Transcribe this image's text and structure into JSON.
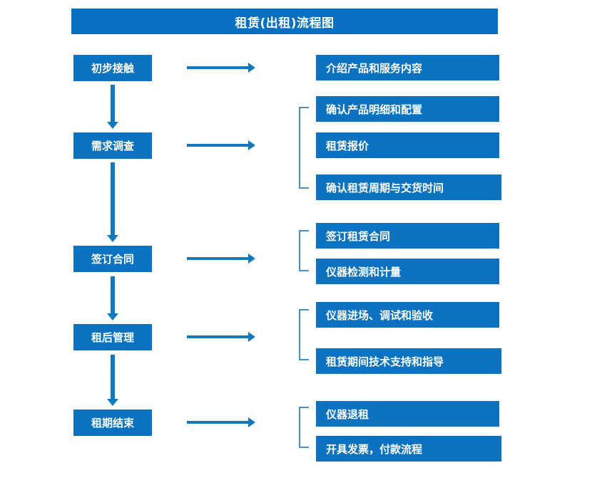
{
  "title": "租赁(出租)流程图",
  "colors": {
    "banner": "#0770c0",
    "box": "#0a72c0",
    "arrow": "#1379bf",
    "bracket": "#4a8fc4",
    "text": "#ffffff",
    "background": "#ffffff"
  },
  "stages": [
    {
      "id": "stage-1",
      "label": "初步接触"
    },
    {
      "id": "stage-2",
      "label": "需求调查"
    },
    {
      "id": "stage-3",
      "label": "签订合同"
    },
    {
      "id": "stage-4",
      "label": "租后管理"
    },
    {
      "id": "stage-5",
      "label": "租期结束"
    }
  ],
  "details": [
    {
      "id": "detail-1",
      "label": "介绍产品和服务内容"
    },
    {
      "id": "detail-2",
      "label": "确认产品明细和配置"
    },
    {
      "id": "detail-3",
      "label": "租赁报价"
    },
    {
      "id": "detail-4",
      "label": "确认租赁周期与交货时间"
    },
    {
      "id": "detail-5",
      "label": "签订租赁合同"
    },
    {
      "id": "detail-6",
      "label": "仪器检测和计量"
    },
    {
      "id": "detail-7",
      "label": "仪器进场、调试和验收"
    },
    {
      "id": "detail-8",
      "label": "租赁期间技术支持和指导"
    },
    {
      "id": "detail-9",
      "label": "仪器退租"
    },
    {
      "id": "detail-10",
      "label": "开具发票，付款流程"
    }
  ],
  "groups": [
    {
      "id": "group-requirements",
      "stage": "需求调查",
      "members": [
        "确认产品明细和配置",
        "租赁报价",
        "确认租赁周期与交货时间"
      ]
    },
    {
      "id": "group-contract",
      "stage": "签订合同",
      "members": [
        "签订租赁合同",
        "仪器检测和计量"
      ]
    },
    {
      "id": "group-management",
      "stage": "租后管理",
      "members": [
        "仪器进场、调试和验收",
        "租赁期间技术支持和指导"
      ]
    },
    {
      "id": "group-end",
      "stage": "租期结束",
      "members": [
        "仪器退租",
        "开具发票，付款流程"
      ]
    }
  ]
}
